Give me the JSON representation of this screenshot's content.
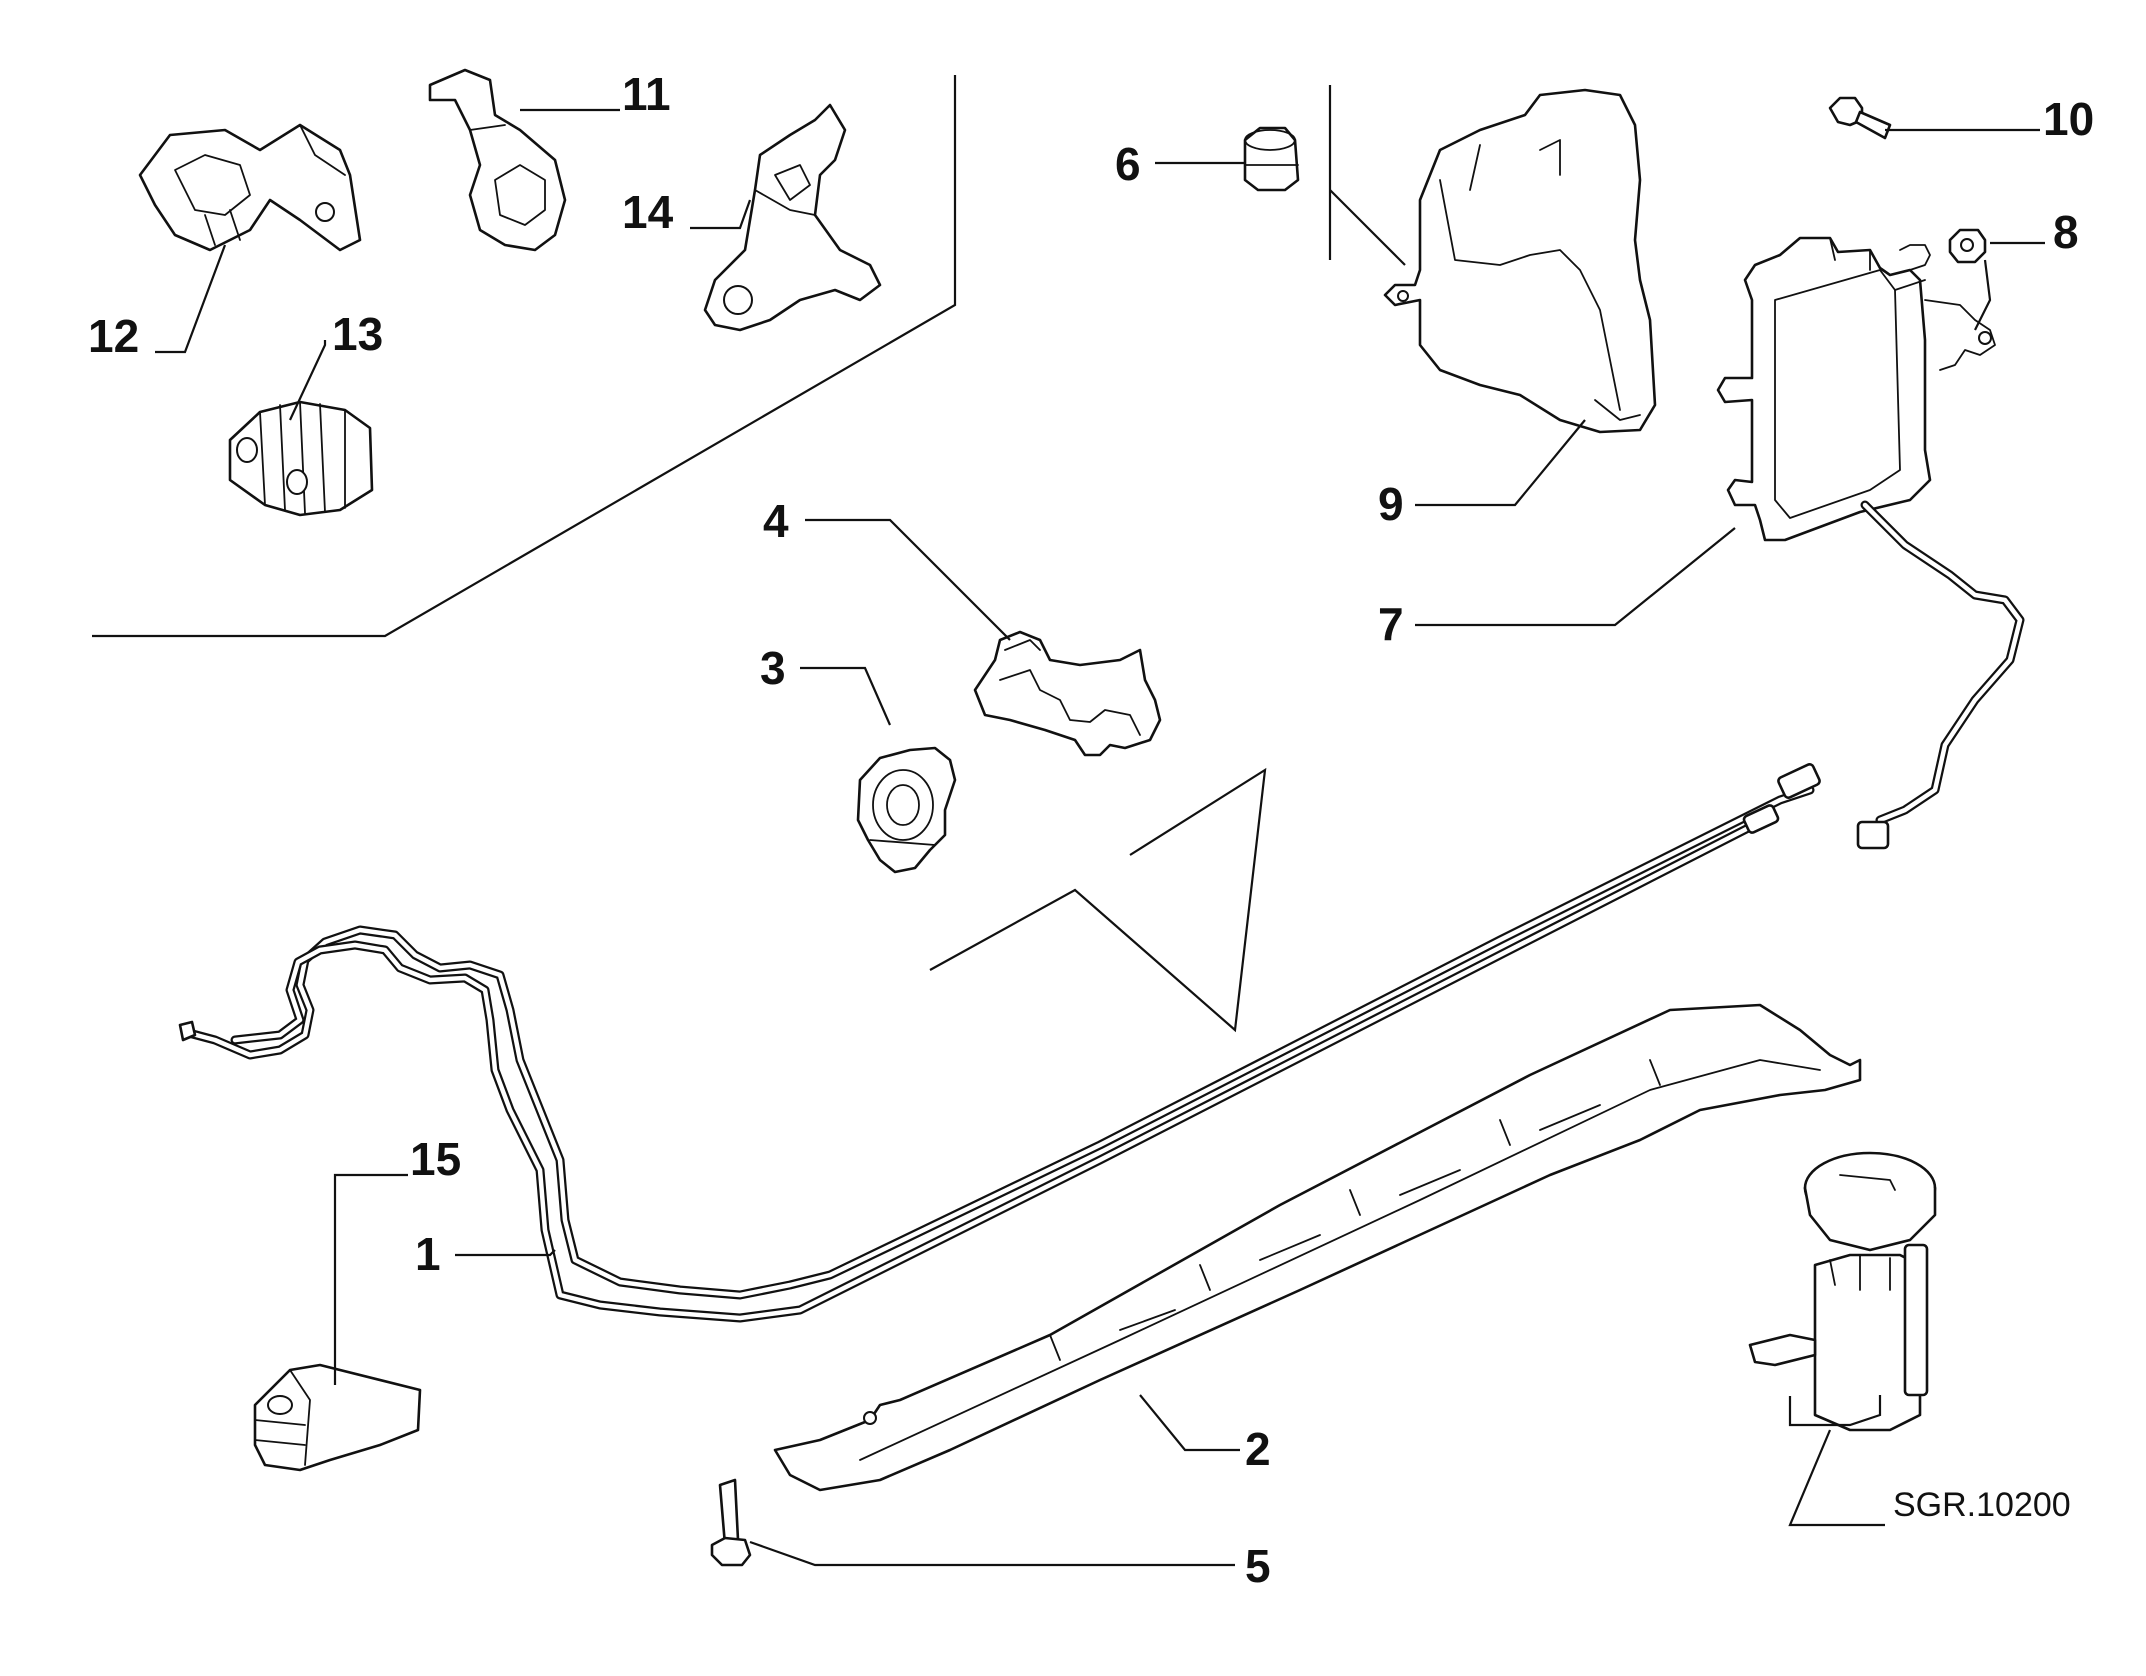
{
  "diagram": {
    "reference_code": "SGR.10200",
    "callouts": [
      {
        "id": "c1",
        "label": "1"
      },
      {
        "id": "c2",
        "label": "2"
      },
      {
        "id": "c3",
        "label": "3"
      },
      {
        "id": "c4",
        "label": "4"
      },
      {
        "id": "c5",
        "label": "5"
      },
      {
        "id": "c6",
        "label": "6"
      },
      {
        "id": "c7",
        "label": "7"
      },
      {
        "id": "c8",
        "label": "8"
      },
      {
        "id": "c9",
        "label": "9"
      },
      {
        "id": "c10",
        "label": "10"
      },
      {
        "id": "c11",
        "label": "11"
      },
      {
        "id": "c12",
        "label": "12"
      },
      {
        "id": "c13",
        "label": "13"
      },
      {
        "id": "c14",
        "label": "14"
      },
      {
        "id": "c15",
        "label": "15"
      }
    ]
  }
}
